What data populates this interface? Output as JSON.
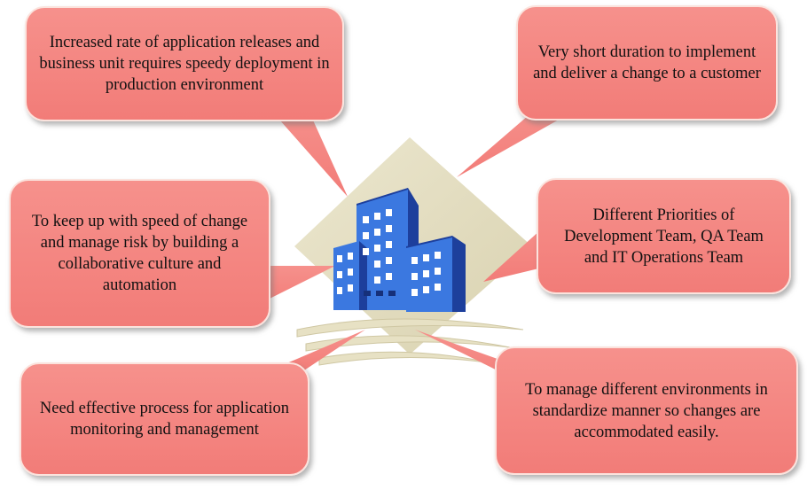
{
  "bubbles": {
    "top_left": "Increased rate of application releases and business unit requires  speedy deployment in production environment",
    "top_right": "Very short duration to implement and deliver a change to a customer",
    "mid_left": "To keep up with speed of change and manage risk by building a collaborative culture and automation",
    "mid_right": "Different Priorities of Development Team, QA Team and IT Operations Team",
    "bottom_left": "Need effective process for application monitoring and management",
    "bottom_right": "To manage different environments in standardize manner so changes are accommodated easily."
  },
  "colors": {
    "bubble_fill": "#f6918c",
    "bubble_border": "#fbe3dd",
    "diamond": "#e2dcbf",
    "building_blue": "#3b78e0",
    "building_dark": "#1d3f9c",
    "window": "#ffffff"
  },
  "icons": [
    "office-buildings-clipart"
  ]
}
